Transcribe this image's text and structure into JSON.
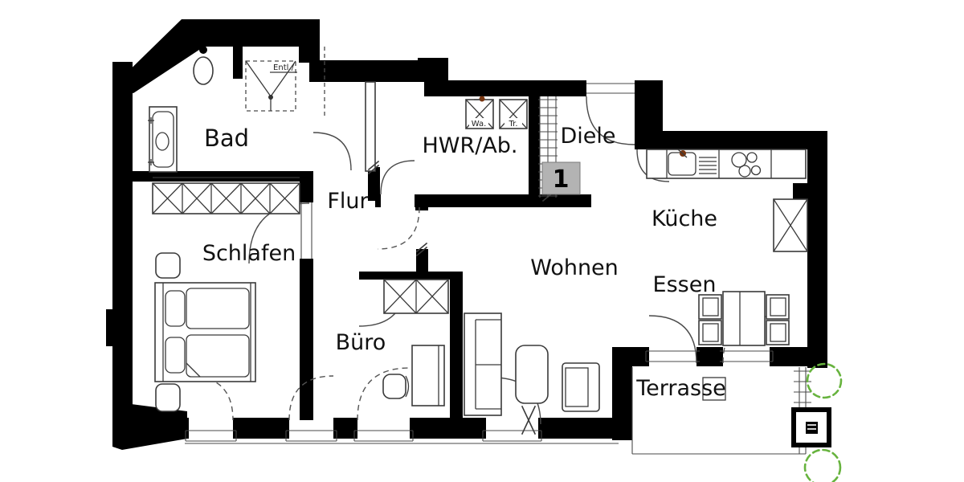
{
  "unit": {
    "number": "1"
  },
  "rooms": [
    {
      "id": "bad",
      "label": "Bad"
    },
    {
      "id": "hwr",
      "label": "HWR/Ab."
    },
    {
      "id": "diele",
      "label": "Diele"
    },
    {
      "id": "flur",
      "label": "Flur"
    },
    {
      "id": "kueche",
      "label": "Küche"
    },
    {
      "id": "schlafen",
      "label": "Schlafen"
    },
    {
      "id": "wohnen",
      "label": "Wohnen"
    },
    {
      "id": "essen",
      "label": "Essen"
    },
    {
      "id": "buero",
      "label": "Büro"
    },
    {
      "id": "terrasse",
      "label": "Terrasse"
    }
  ],
  "annotations": [
    {
      "id": "entlueftung",
      "label": "Entl./"
    },
    {
      "id": "waschmaschine",
      "label": "Wa."
    },
    {
      "id": "trockner",
      "label": "Tr."
    }
  ],
  "colors": {
    "wall": "#000000",
    "line": "#3a3a3a",
    "dashed_line": "#555555",
    "plant_green": "#67b33e",
    "unit_badge_gray": "#b3b3b3",
    "faucet_brown": "#78350f"
  }
}
